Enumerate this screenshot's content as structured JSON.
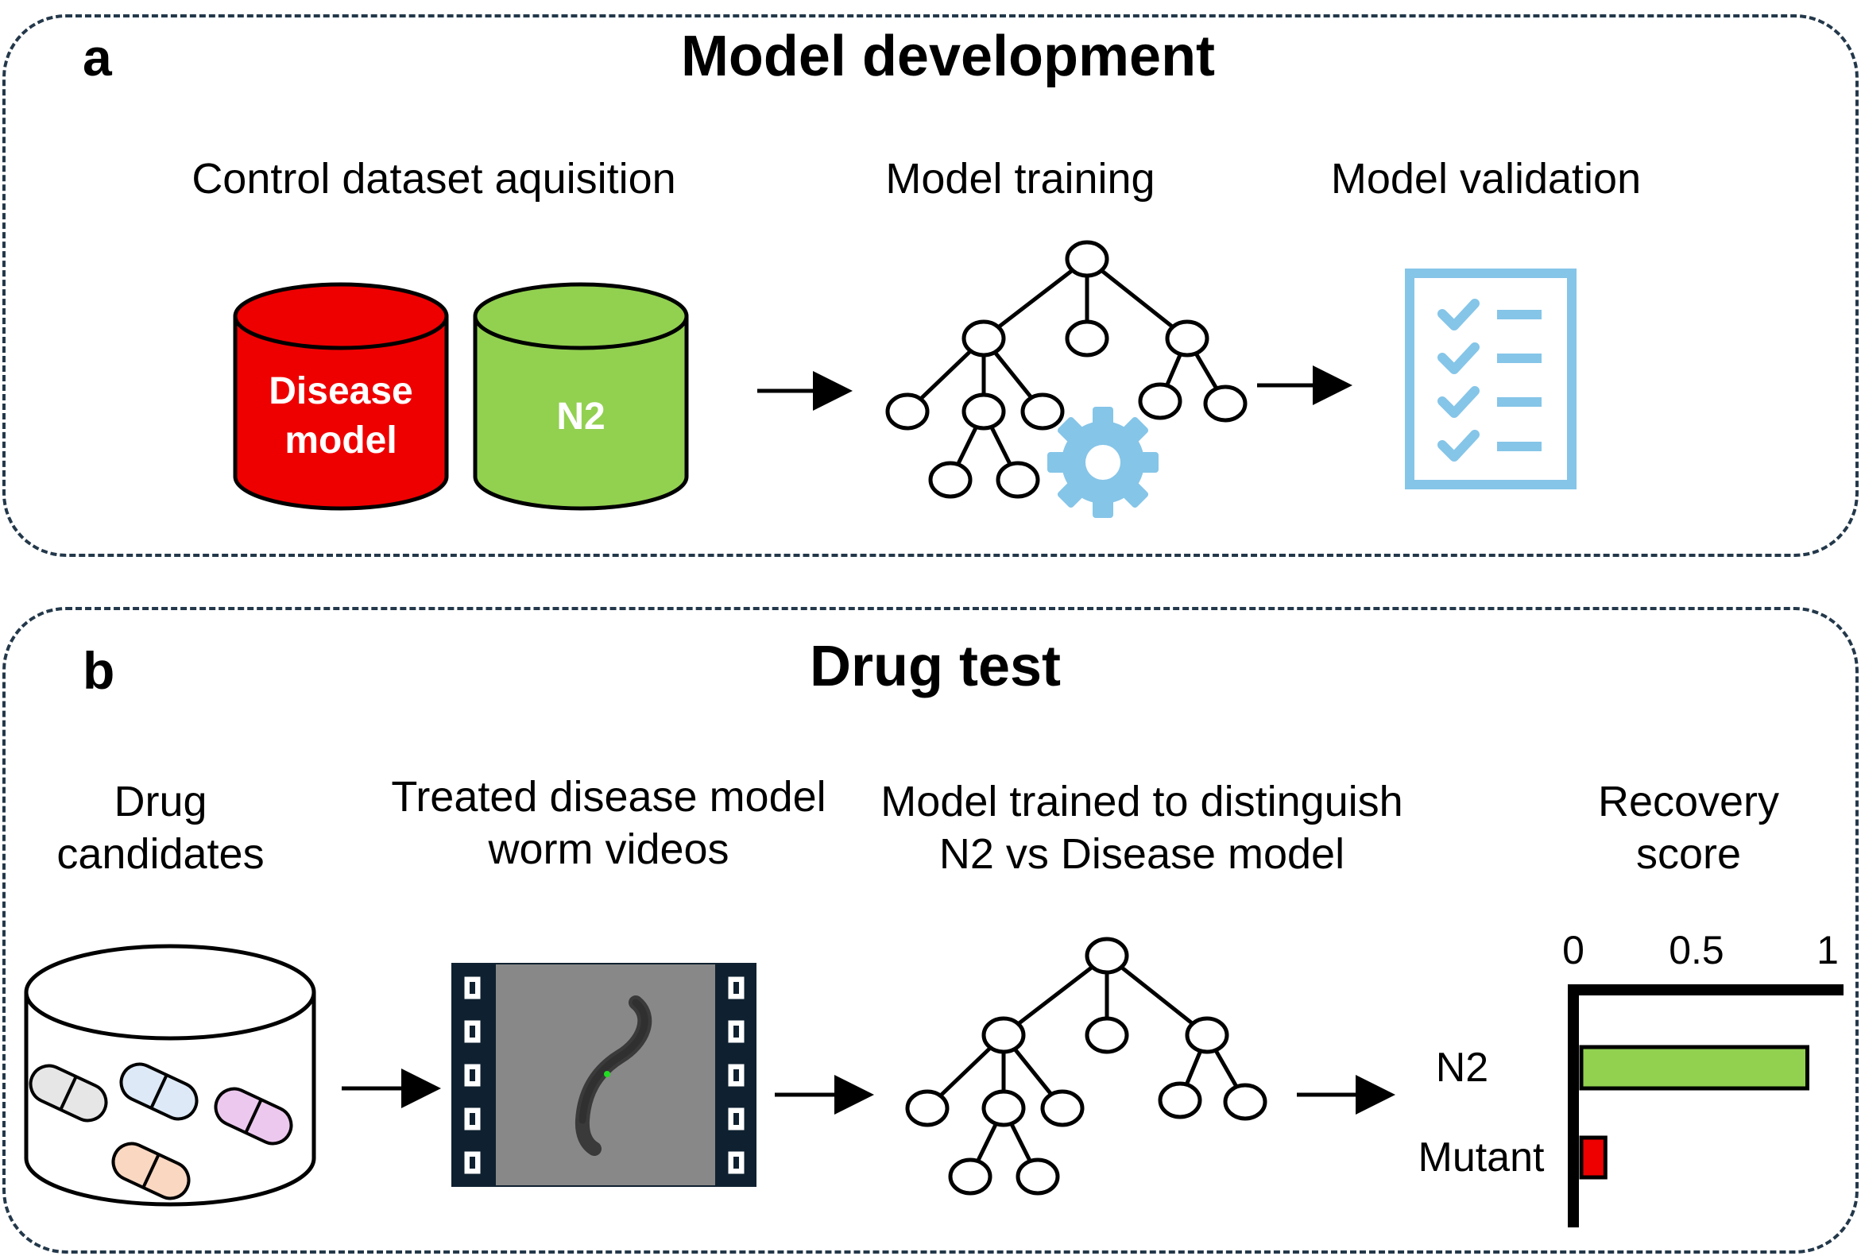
{
  "panel_a": {
    "letter": "a",
    "title": "Model development",
    "steps": [
      {
        "label": "Control dataset aquisition"
      },
      {
        "label": "Model training"
      },
      {
        "label": "Model validation"
      }
    ],
    "datasets": {
      "disease": {
        "line1": "Disease",
        "line2": "model",
        "color": "#ee0000"
      },
      "n2": {
        "label": "N2",
        "color": "#92d050"
      }
    }
  },
  "panel_b": {
    "letter": "b",
    "title": "Drug test",
    "steps": [
      {
        "line1": "Drug",
        "line2": "candidates"
      },
      {
        "line1": "Treated disease model",
        "line2": "worm videos"
      },
      {
        "line1": "Model trained to distinguish",
        "line2": "N2 vs Disease model"
      },
      {
        "line1": "Recovery",
        "line2": "score"
      }
    ]
  },
  "chart_data": {
    "type": "bar",
    "orientation": "horizontal",
    "categories": [
      "N2",
      "Mutant"
    ],
    "values": [
      0.95,
      0.13
    ],
    "colors": [
      "#92d050",
      "#ee0000"
    ],
    "xlim": [
      0,
      1
    ],
    "x_ticks": [
      "0",
      "0.5",
      "1"
    ],
    "xaxis_position": "top",
    "title": "",
    "xlabel": "",
    "ylabel": ""
  },
  "colors": {
    "dashed_border": "#23384a",
    "icon_blue": "#85c5e8",
    "outline": "#000000"
  },
  "icons": {
    "tree": "decision-tree-icon",
    "gear": "gear-icon",
    "checklist": "checklist-icon",
    "pill_container": "pill-container-icon",
    "film": "film-strip-icon"
  }
}
